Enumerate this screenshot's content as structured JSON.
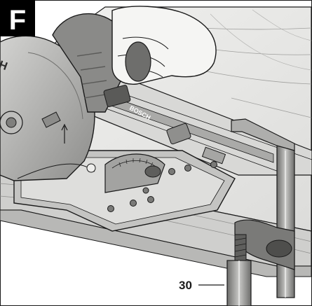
{
  "figure": {
    "panel_letter": "F",
    "callouts": [
      {
        "label": "30",
        "target": "clamp-leg"
      }
    ],
    "brand_marking": "BOSCH",
    "colors": {
      "panel_badge": "#000000",
      "panel_letter": "#ffffff",
      "line": "#1a1a1a",
      "wood_light": "#e9e9e7",
      "metal_mid": "#9a9a98",
      "metal_dark": "#5a5a58"
    }
  }
}
